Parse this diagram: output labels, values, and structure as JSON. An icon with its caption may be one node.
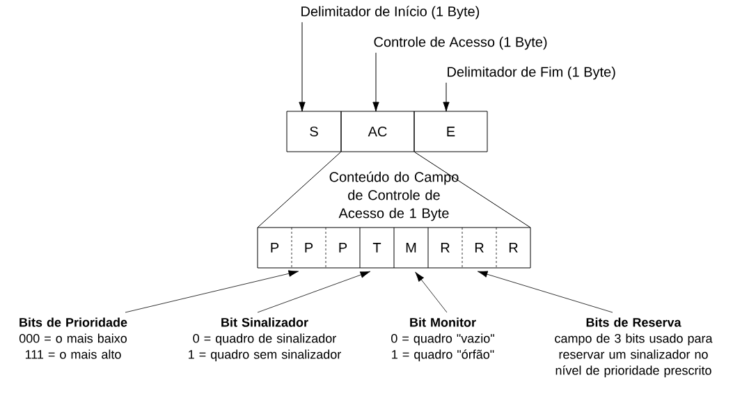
{
  "diagram": {
    "nodes": [
      {
        "text": [
          "Delimitador de Início (1 Byte)"
        ]
      },
      {
        "text": [
          "Controle de Acesso (1 Byte)"
        ]
      },
      {
        "text": [
          "Delimitador de Fim (1 Byte)"
        ]
      },
      {
        "text": [
          "S"
        ]
      },
      {
        "text": [
          "AC"
        ]
      },
      {
        "text": [
          "E"
        ]
      },
      {
        "text": [
          "Conteúdo do Campo de Controle de Acesso de 1 Byte"
        ]
      },
      {
        "text": [
          "P"
        ]
      },
      {
        "text": [
          "P"
        ]
      },
      {
        "text": [
          "P"
        ]
      },
      {
        "text": [
          "T"
        ]
      },
      {
        "text": [
          "M"
        ]
      },
      {
        "text": [
          "R"
        ]
      },
      {
        "text": [
          "R"
        ]
      },
      {
        "text": [
          "R"
        ]
      },
      {
        "text": [
          "Bits de Prioridade",
          "000 = o mais baixo",
          "111 = o mais alto"
        ]
      },
      {
        "text": [
          "Bit Sinalizador",
          "0 = quadro de sinalizador",
          "1 = quadro sem sinalizador"
        ]
      },
      {
        "text": [
          "Bit Monitor",
          "0 = quadro \"vazio\"",
          "1 = quadro \"órfão\""
        ]
      },
      {
        "text": [
          "Bits de Reserva",
          "campo de 3 bits usado para reservar um sinalizador no nível de prioridade prescrito"
        ]
      }
    ],
    "edges": [
      {
        "from": 0,
        "to": 3,
        "arrow": "to"
      },
      {
        "from": 1,
        "to": 4,
        "arrow": "to"
      },
      {
        "from": 2,
        "to": 5,
        "arrow": "to"
      },
      {
        "from": 15,
        "to": 8,
        "arrow": "to"
      },
      {
        "from": 16,
        "to": 10,
        "arrow": "to"
      },
      {
        "from": 17,
        "to": 11,
        "arrow": "to"
      },
      {
        "from": 18,
        "to": 13,
        "arrow": "to"
      }
    ]
  }
}
